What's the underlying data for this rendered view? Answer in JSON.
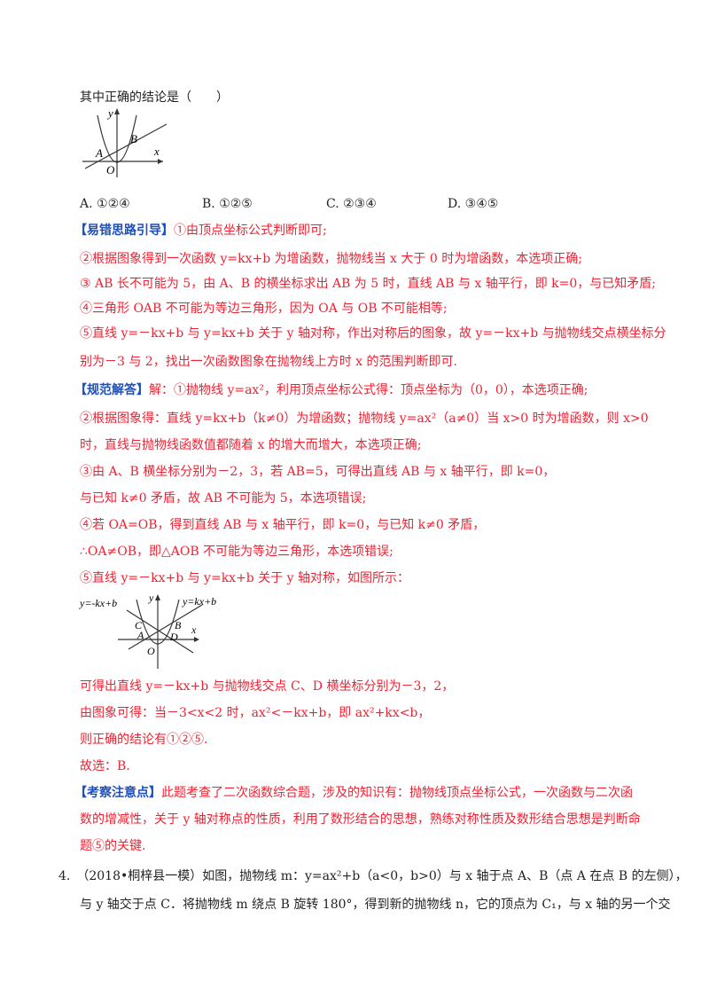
{
  "question_prompt": "其中正确的结论是（　　）",
  "figure1": {
    "labels": {
      "y": "y",
      "x": "x",
      "A": "A",
      "B": "B",
      "O": "O"
    }
  },
  "options": [
    {
      "letter": "A.",
      "value": "①②④"
    },
    {
      "letter": "B.",
      "value": "①②⑤"
    },
    {
      "letter": "C.",
      "value": "②③④"
    },
    {
      "letter": "D.",
      "value": "③④⑤"
    }
  ],
  "hint": {
    "heading": "【易错思路引导】",
    "lines": [
      "①由顶点坐标公式判断即可;",
      "②根据图象得到一次函数 y=kx+b 为增函数，抛物线当 x 大于 0 时为增函数，本选项正确;",
      "③ AB 长不可能为 5，由 A、B 的横坐标求出 AB 为 5 时，直线 AB 与 x 轴平行，即 k=0，与已知矛盾;",
      "④三角形 OAB 不可能为等边三角形，因为 OA 与 OB 不可能相等;",
      "⑤直线 y=－kx+b 与 y=kx+b 关于 y 轴对称，作出对称后的图象，故 y=－kx+b 与抛物线交点横坐标分",
      "别为－3 与 2，找出一次函数图象在抛物线上方时 x 的范围判断即可."
    ]
  },
  "solution": {
    "heading": "【规范解答】",
    "lines": [
      "解：①抛物线 y=ax²，利用顶点坐标公式得：顶点坐标为（0，0），本选项正确;",
      "②根据图象得：直线 y=kx+b（k≠0）为增函数；抛物线 y=ax²（a≠0）当 x>0 时为增函数，则 x>0",
      "时，直线与抛物线函数值都随着 x 的增大而增大，本选项正确;",
      "③由 A、B 横坐标分别为－2，3，若 AB=5，可得出直线 AB 与 x 轴平行，即 k=0，",
      "与已知 k≠0 矛盾，故 AB 不可能为 5，本选项错误;",
      "④若 OA=OB，得到直线 AB 与 x 轴平行，即 k=0，与已知 k≠0 矛盾，",
      "∴OA≠OB，即△AOB 不可能为等边三角形，本选项错误;",
      "⑤直线 y=－kx+b 与 y=kx+b 关于 y 轴对称，如图所示："
    ],
    "after_figure": [
      "可得出直线 y=－kx+b 与抛物线交点 C、D 横坐标分别为－3，2，",
      "由图象可得：当－3<x<2 时，ax²<－kx+b，即 ax²+kx<b，",
      "则正确的结论有①②⑤.",
      "故选：B."
    ]
  },
  "figure2": {
    "labels": {
      "left_line": "y=-kx+b",
      "right_line": "y=kx+b",
      "y": "y",
      "x": "x",
      "A": "A",
      "B": "B",
      "C": "C",
      "D": "D",
      "O": "O"
    }
  },
  "note": {
    "heading": "【考察注意点】",
    "lines": [
      "此题考查了二次函数综合题，涉及的知识有：抛物线顶点坐标公式，一次函数与二次函",
      "数的增减性，关于 y 轴对称点的性质，利用了数形结合的思想，熟练对称性质及数形结合思想是判断命",
      "题⑤的关键."
    ]
  },
  "question4": {
    "lines": [
      "4.　（2018•桐梓县一模）如图，抛物线 m：y=ax²+b（a<0，b>0）与 x 轴于点 A、B（点 A 在点 B 的左侧），",
      "与 y 轴交于点 C．将抛物线 m 绕点 B 旋转 180°，得到新的抛物线 n，它的顶点为 C₁，与 x 轴的另一个交"
    ]
  },
  "colors": {
    "text": "#222222",
    "answer_red": "#ee2233",
    "heading_blue": "#1f4fb8"
  }
}
